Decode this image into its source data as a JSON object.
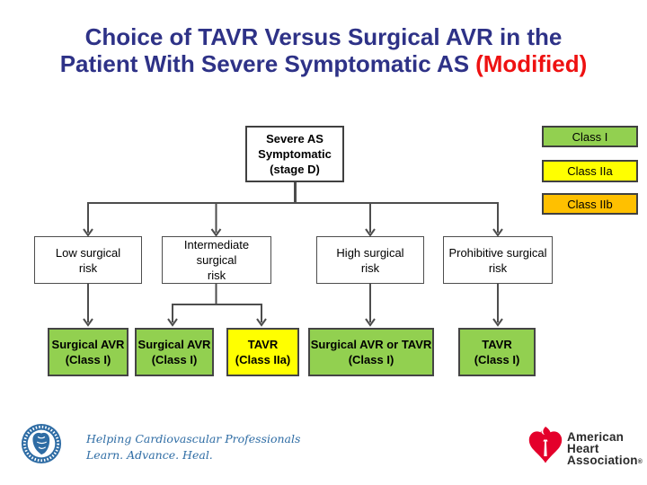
{
  "title": {
    "line1": "Choice of TAVR Versus Surgical AVR in the",
    "line2": "Patient With Severe Symptomatic AS",
    "line2_suffix": "(Modified)"
  },
  "colors": {
    "title_blue": "#2e3287",
    "modified_red": "#ee1111",
    "class_i_green": "#92d050",
    "class_iia_yellow": "#ffff00",
    "class_iib_orange": "#ffc000",
    "connector_gray": "#4d4d4d",
    "acc_blue": "#2e6ca4",
    "aha_red": "#e4002b",
    "aha_text_dark": "#2b2b2b"
  },
  "legend": {
    "items": [
      {
        "label": "Class I"
      },
      {
        "label": "Class IIa"
      },
      {
        "label": "Class IIb"
      }
    ]
  },
  "flowchart": {
    "root": "Severe AS\nSymptomatic\n(stage D)",
    "risk_nodes": [
      "Low surgical\nrisk",
      "Intermediate surgical\nrisk",
      "High surgical\nrisk",
      "Prohibitive surgical\nrisk"
    ],
    "outcome_nodes": [
      {
        "label": "Surgical AVR\n(Class I)",
        "class": "Class I"
      },
      {
        "label": "Surgical AVR\n(Class I)",
        "class": "Class I"
      },
      {
        "label": "TAVR\n(Class IIa)",
        "class": "Class IIa"
      },
      {
        "label": "Surgical AVR or TAVR\n(Class I)",
        "class": "Class I"
      },
      {
        "label": "TAVR\n(Class I)",
        "class": "Class I"
      }
    ]
  },
  "footer": {
    "acc_tagline_line1": "Helping Cardiovascular Professionals",
    "acc_tagline_line2": "Learn. Advance. Heal.",
    "aha_line1": "American",
    "aha_line2": "Heart",
    "aha_line3": "Association",
    "aha_registered": "®"
  }
}
